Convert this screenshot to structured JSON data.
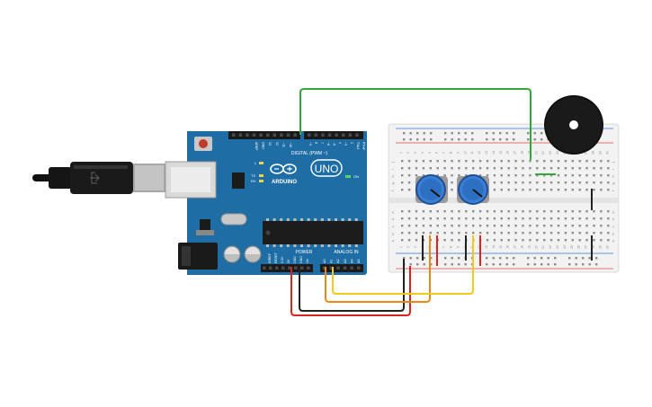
{
  "arduino": {
    "brand": "ARDUINO",
    "model": "UNO",
    "digital_header_label": "DIGITAL (PWM ~)",
    "power_header_label": "POWER",
    "analog_header_label": "ANALOG IN",
    "on_label": "ON",
    "tx_label": "TX",
    "rx_label": "RX",
    "l_label": "L",
    "digital_pin_labels": [
      "AREF",
      "GND",
      "13",
      "12",
      "~11",
      "~10",
      "~9",
      "8",
      "7",
      "~6",
      "~5",
      "4",
      "~3",
      "2",
      "TX▸1",
      "RX◂0"
    ],
    "power_pin_labels": [
      "IOREF",
      "RESET",
      "3.3V",
      "5V",
      "GND",
      "GND",
      "Vin"
    ],
    "analog_pin_labels": [
      "A0",
      "A1",
      "A2",
      "A3",
      "A4",
      "A5"
    ]
  },
  "breadboard": {
    "column_numbers": [
      "1",
      "2",
      "3",
      "4",
      "5",
      "6",
      "7",
      "8",
      "9",
      "10",
      "11",
      "12",
      "13",
      "14",
      "15",
      "16",
      "17",
      "18",
      "19",
      "20",
      "21",
      "22",
      "23",
      "24",
      "25",
      "26",
      "27",
      "28",
      "29",
      "30"
    ],
    "row_letters_top": [
      "j",
      "i",
      "h",
      "g",
      "f"
    ],
    "row_letters_bottom": [
      "e",
      "d",
      "c",
      "b",
      "a"
    ]
  },
  "components": {
    "usb_cable": "usb-cable-icon",
    "buzzer": "piezo-buzzer-icon",
    "potentiometer_1": "potentiometer-icon",
    "potentiometer_2": "potentiometer-icon"
  },
  "colors": {
    "arduino_blue": "#1e6ea5",
    "breadboard": "#f2f2f2",
    "wire_green": "#31a83a",
    "wire_red": "#d9241f",
    "wire_black": "#222222",
    "wire_orange": "#e8881a",
    "wire_yellow": "#f2c91d",
    "pot_blue": "#2d6fc0",
    "buzzer": "#111111"
  }
}
